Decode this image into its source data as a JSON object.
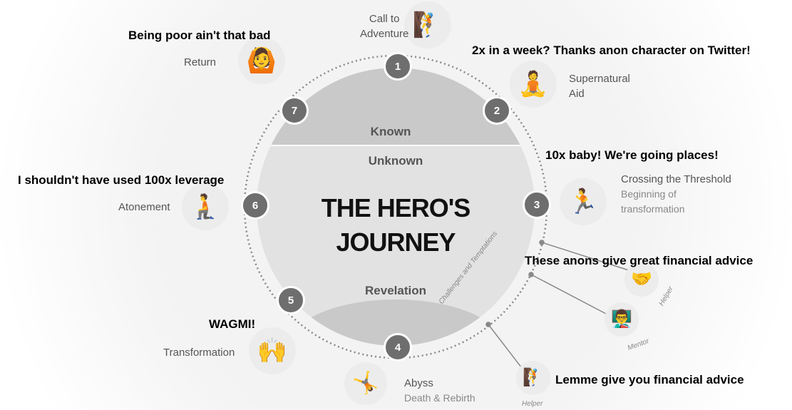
{
  "diagram": {
    "title_line1": "THE HERO'S",
    "title_line2": "JOURNEY",
    "known": "Known",
    "unknown": "Unknown",
    "revelation": "Revelation",
    "challenges": "Challenges and Temptations",
    "stages": [
      {
        "num": "1",
        "label": "Call to",
        "label2": "Adventure",
        "icon": "climber-icon"
      },
      {
        "num": "2",
        "label": "Supernatural",
        "label2": "Aid",
        "icon": "meditation-icon"
      },
      {
        "num": "3",
        "label": "Crossing the Threshold",
        "label2": "Beginning of",
        "label3": "transformation",
        "icon": "runner-icon"
      },
      {
        "num": "4",
        "label": "Abyss",
        "label2": "Death & Rebirth",
        "icon": "falling-icon"
      },
      {
        "num": "5",
        "label": "Transformation",
        "icon": "group-icon"
      },
      {
        "num": "6",
        "label": "Atonement",
        "icon": "kneeling-icon"
      },
      {
        "num": "7",
        "label": "Return",
        "icon": "celebrating-icon"
      }
    ],
    "helpers": [
      {
        "label": "Helper"
      },
      {
        "label": "Mentor"
      },
      {
        "label": "Helper"
      }
    ]
  },
  "captions": {
    "return": "Being poor ain't that bad",
    "aid": "2x in a week? Thanks anon character on Twitter!",
    "threshold": "10x baby! We're going places!",
    "atonement": "I shouldn't have used 100x leverage",
    "helper": "These anons give great financial advice",
    "transformation": "WAGMI!",
    "helper2": "Lemme give you financial advice"
  }
}
